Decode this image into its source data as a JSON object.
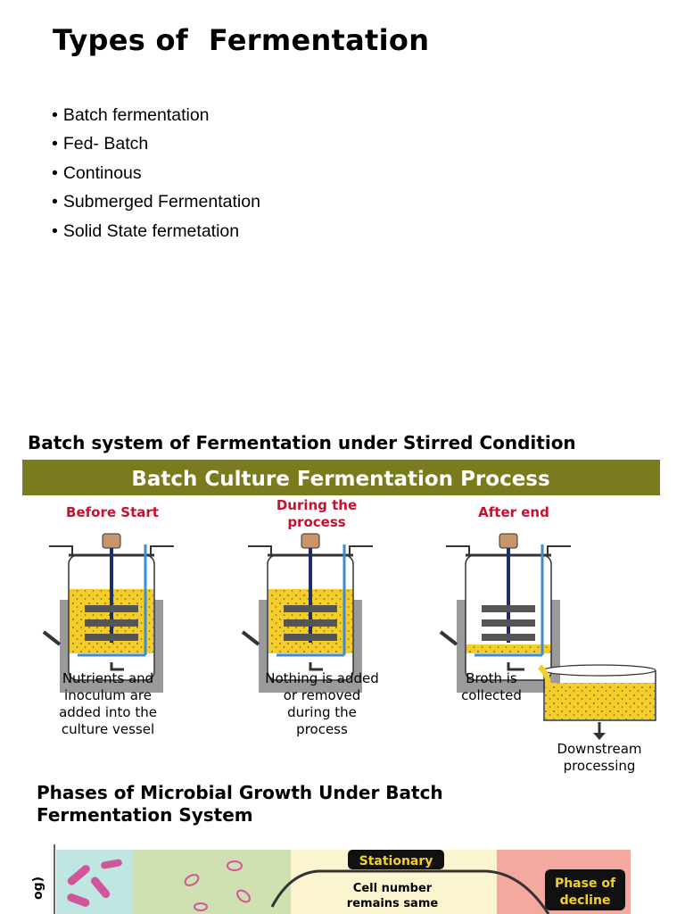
{
  "slide": {
    "title": "Types of  Fermentation",
    "bullets": [
      "Batch fermentation",
      "Fed- Batch",
      "Continous",
      "Submerged Fermentation",
      "Solid State fermetation"
    ],
    "bullet_symbol": "•"
  },
  "section1": {
    "heading": "Batch system of Fermentation under Stirred Condition",
    "banner": "Batch Culture Fermentation Process",
    "banner_color": "#7a7a1e",
    "stage_color": "#c8102e",
    "stages": [
      {
        "label_line1": "Before Start",
        "label_line2": "",
        "caption": [
          "Nutrients and",
          "inoculum are",
          "added into the",
          "culture vessel"
        ]
      },
      {
        "label_line1": "During the",
        "label_line2": "process",
        "caption": [
          "Nothing is added",
          "or removed",
          "during the",
          "process"
        ]
      },
      {
        "label_line1": "After end",
        "label_line2": "",
        "caption": [
          "Broth is",
          "collected"
        ]
      }
    ],
    "downstream": [
      "Downstream",
      "processing"
    ]
  },
  "section2": {
    "heading": "Phases of Microbial Growth Under Batch Fermentation System",
    "axis_label": "og)",
    "stationary_label": "Stationary",
    "stationary_note": [
      "Cell number",
      "remains same"
    ],
    "decline_label": [
      "Phase of",
      "decline"
    ]
  }
}
